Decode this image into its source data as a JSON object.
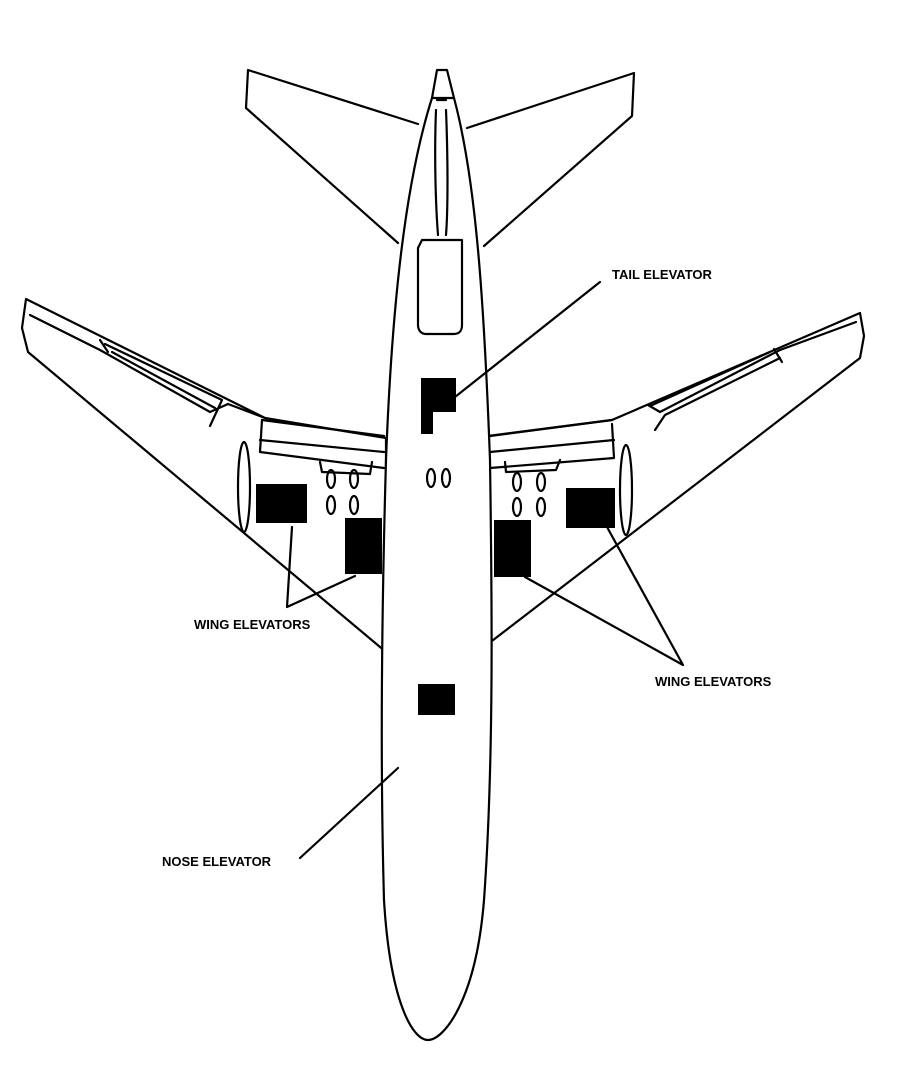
{
  "labels": {
    "tail": "TAIL ELEVATOR",
    "wing_left": "WING ELEVATORS",
    "wing_right": "WING ELEVATORS",
    "nose": "NOSE ELEVATOR"
  }
}
